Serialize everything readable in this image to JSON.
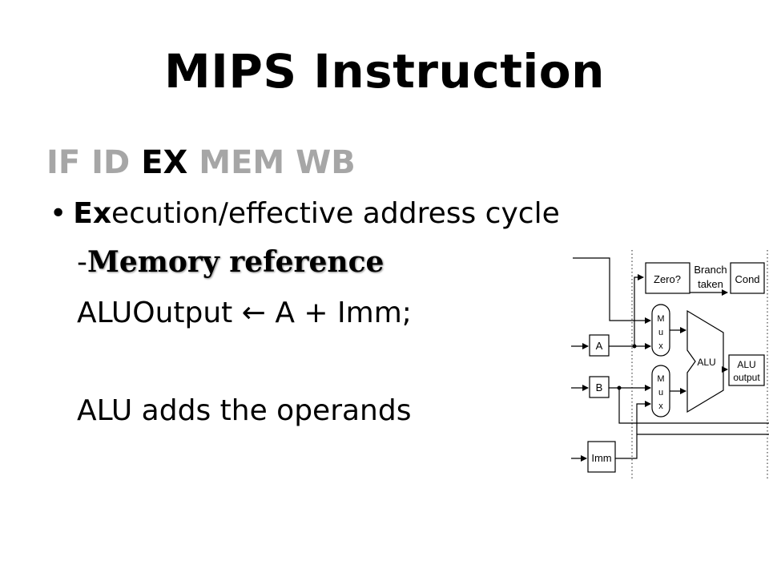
{
  "slide": {
    "title": "MIPS Instruction",
    "stages": [
      {
        "label": "IF",
        "active": false
      },
      {
        "label": "ID",
        "active": false
      },
      {
        "label": "EX",
        "active": true
      },
      {
        "label": "MEM",
        "active": false
      },
      {
        "label": "WB",
        "active": false
      }
    ],
    "bullet": {
      "marker": "•",
      "emphasis": "Ex",
      "rest": "ecution/effective address cycle"
    },
    "subheading": {
      "dash": "-",
      "text": "Memory reference"
    },
    "equation": "ALUOutput ← A + Imm;",
    "note": "ALU adds the operands"
  },
  "diagram": {
    "zero_label": "Zero?",
    "branch_label_1": "Branch",
    "branch_label_2": "taken",
    "cond_label": "Cond",
    "mux_letters": [
      "M",
      "u",
      "x"
    ],
    "alu_label": "ALU",
    "aluout_label_1": "ALU",
    "aluout_label_2": "output",
    "reg_a": "A",
    "reg_b": "B",
    "reg_imm": "Imm"
  }
}
